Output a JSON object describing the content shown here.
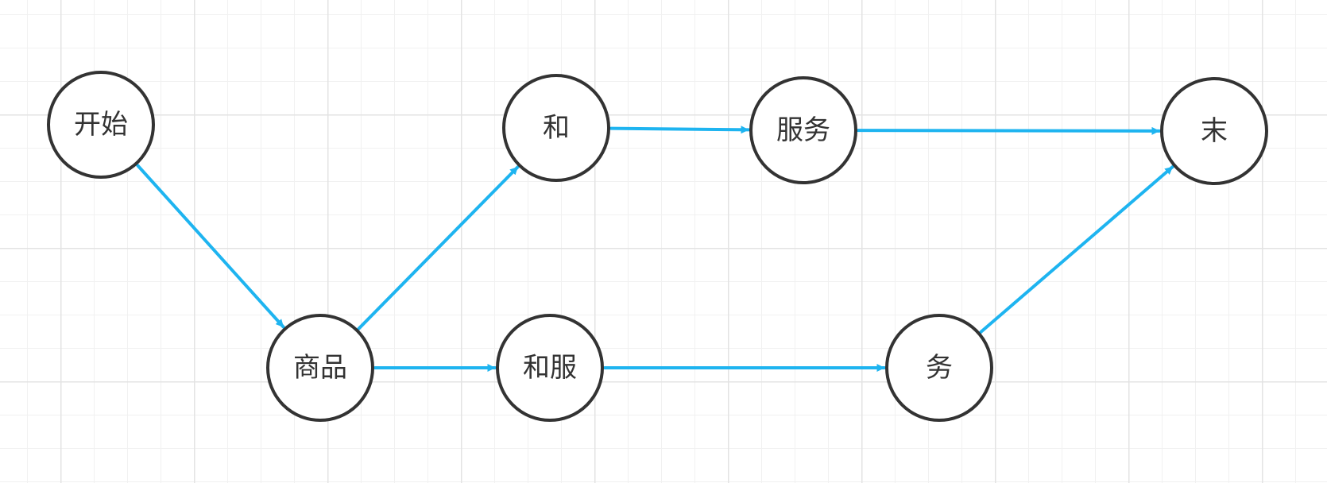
{
  "diagram": {
    "edge_color": "#1eb4f0",
    "node_border_color": "#333333",
    "nodes": [
      {
        "id": "start",
        "label": "开始"
      },
      {
        "id": "goods",
        "label": "商品"
      },
      {
        "id": "he",
        "label": "和"
      },
      {
        "id": "hefu",
        "label": "和服"
      },
      {
        "id": "fuwu",
        "label": "服务"
      },
      {
        "id": "wu",
        "label": "务"
      },
      {
        "id": "end",
        "label": "末"
      }
    ],
    "edges": [
      {
        "from": "start",
        "to": "goods"
      },
      {
        "from": "goods",
        "to": "he"
      },
      {
        "from": "goods",
        "to": "hefu"
      },
      {
        "from": "he",
        "to": "fuwu"
      },
      {
        "from": "fuwu",
        "to": "end"
      },
      {
        "from": "hefu",
        "to": "wu"
      },
      {
        "from": "wu",
        "to": "end"
      }
    ]
  }
}
